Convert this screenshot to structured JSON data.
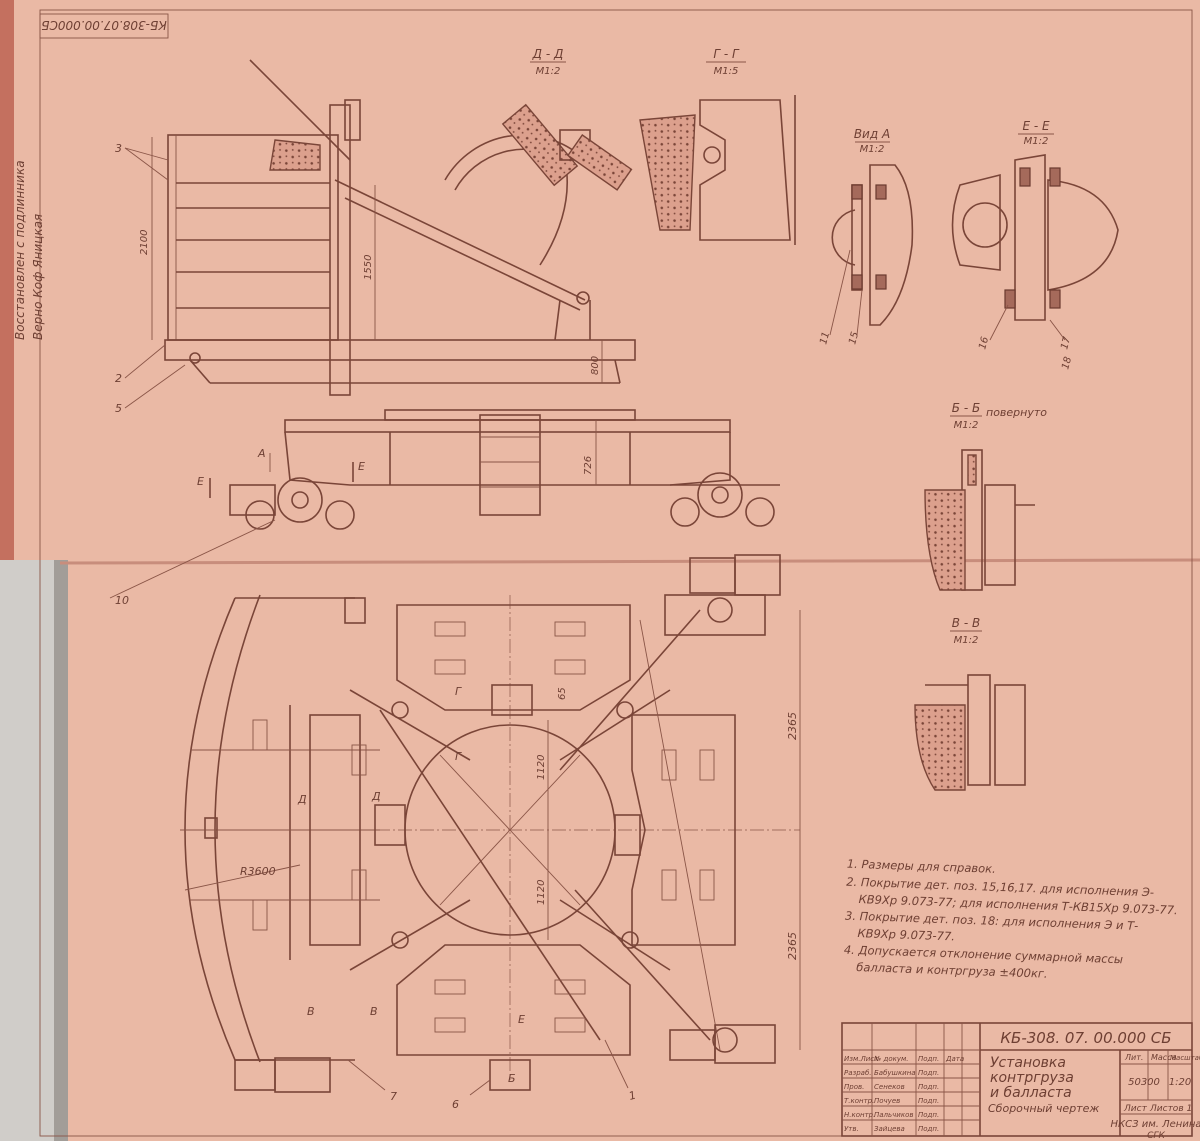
{
  "drawing": {
    "code_stamp": "КБ-308.07.00.000СБ",
    "margin_note_1": "Восстановлен с подлинника",
    "margin_note_2": "Верно  Коф  Яницкая"
  },
  "sections": {
    "dd_title": "Д - Д",
    "dd_scale": "М1:2",
    "gg_title": "Г - Г",
    "gg_scale": "М1:5",
    "vid_a_title": "Вид А",
    "vid_a_scale": "М1:2",
    "ee_title": "Е - Е",
    "ee_scale": "М1:2",
    "bb_title": "Б - Б",
    "bb_scale": "М1:2",
    "bb_note": "повернуто",
    "vv_title": "В - В",
    "vv_scale": "М1:2"
  },
  "dimensions": {
    "d2100": "2100",
    "d1550": "1550",
    "d800": "800",
    "d726": "726",
    "d2365a": "2365",
    "d2365b": "2365",
    "d1120a": "1120",
    "d1120b": "1120",
    "d65": "65",
    "r3600": "R3600"
  },
  "callouts": {
    "c1": "1",
    "c2": "2",
    "c3": "3",
    "c5": "5",
    "c6": "6",
    "c7": "7",
    "c10": "10",
    "c11": "11",
    "c15": "15",
    "c16": "16",
    "c17": "17",
    "c18": "18"
  },
  "view_marks": {
    "a_arrow": "А",
    "e_left": "Е",
    "e_right": "Е",
    "g_top": "Г",
    "g_mid": "Г",
    "d_left": "Д",
    "d_right": "Д",
    "v_left": "В",
    "v_right": "В",
    "b_bottom": "Б",
    "e_bottom": "Е"
  },
  "notes": [
    "1. Размеры для справок.",
    "2. Покрытие дет. поз. 15,16,17. для исполнения Э-",
    "КВ9Хр 9.073-77; для исполнения Т-КВ15Хр 9.073-77.",
    "3. Покрытие дет. поз. 18: для исполнения Э и Т-",
    "КВ9Хр 9.073-77.",
    "4. Допускается отклонение суммарной массы",
    "балласта и контргруза ±400кг."
  ],
  "title_block": {
    "designation": "КБ-308. 07. 00.000 СБ",
    "name_line1": "Установка",
    "name_line2": "контргруза",
    "name_line3": "и балласта",
    "doc_type": "Сборочный чертеж",
    "col_lit": "Лит.",
    "col_mass": "Масса",
    "col_scale": "Масштаб",
    "mass": "50300",
    "scale": "1:20",
    "sheet": "Лист",
    "sheets": "Листов 1",
    "org_line1": "НКСЗ им. Ленина",
    "org_line2": "СГК",
    "rows": [
      {
        "role": "Изм.Лист",
        "name": "№ докум.",
        "sign": "Подп.",
        "date": "Дата"
      },
      {
        "role": "Разраб.",
        "name": "Бабушкина",
        "sign": "Подп.",
        "date": ""
      },
      {
        "role": "Пров.",
        "name": "Сенеков",
        "sign": "Подп.",
        "date": ""
      },
      {
        "role": "Т.контр.",
        "name": "Почуев",
        "sign": "Подп.",
        "date": ""
      },
      {
        "role": "Н.контр.",
        "name": "Пальчиков",
        "sign": "Подп.",
        "date": ""
      },
      {
        "role": "Утв.",
        "name": "Зайцева",
        "sign": "Подп.",
        "date": ""
      }
    ]
  }
}
